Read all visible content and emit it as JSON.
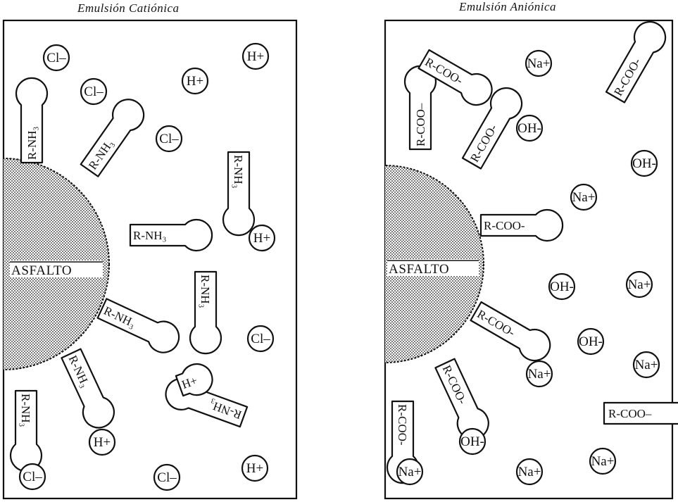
{
  "left_panel": {
    "title": "Emulsión Catiónica",
    "core_label": "ASFALTO",
    "ions": [
      {
        "label": "Cl–"
      },
      {
        "label": "Cl–"
      },
      {
        "label": "H+"
      },
      {
        "label": "H+"
      },
      {
        "label": "Cl–"
      },
      {
        "label": "H+"
      },
      {
        "label": "Cl–"
      },
      {
        "label": "H+"
      },
      {
        "label": "Cl–"
      },
      {
        "label": "Cl–"
      },
      {
        "label": "H+"
      }
    ],
    "molecules": [
      {
        "label": "R-NH₃"
      },
      {
        "label": "R-NH₃"
      },
      {
        "label": "R-NH₃"
      },
      {
        "label": "R-NH₃"
      },
      {
        "label": "R-NH₃"
      },
      {
        "label": "R-NH₃"
      },
      {
        "label": "R-NH₃"
      },
      {
        "label": "R-NH₃"
      },
      {
        "label": "R-NH₃"
      },
      {
        "label": "H+"
      }
    ]
  },
  "right_panel": {
    "title": "Emulsión Aniónica",
    "core_label": "ASFALTO",
    "ions": [
      {
        "label": "Na+"
      },
      {
        "label": "OH-"
      },
      {
        "label": "OH-"
      },
      {
        "label": "Na+"
      },
      {
        "label": "OH-"
      },
      {
        "label": "Na+"
      },
      {
        "label": "OH-"
      },
      {
        "label": "Na+"
      },
      {
        "label": "Na+"
      },
      {
        "label": "OH-"
      },
      {
        "label": "Na+"
      },
      {
        "label": "Na+"
      },
      {
        "label": "Na+"
      }
    ],
    "molecules": [
      {
        "label": "R-COO–"
      },
      {
        "label": "R-COO-"
      },
      {
        "label": "R-COO-"
      },
      {
        "label": "R-COO-"
      },
      {
        "label": "R-COO-"
      },
      {
        "label": "R-COO-"
      },
      {
        "label": "R-COO-"
      },
      {
        "label": "R-COO-"
      },
      {
        "label": "R-COO–"
      }
    ]
  }
}
